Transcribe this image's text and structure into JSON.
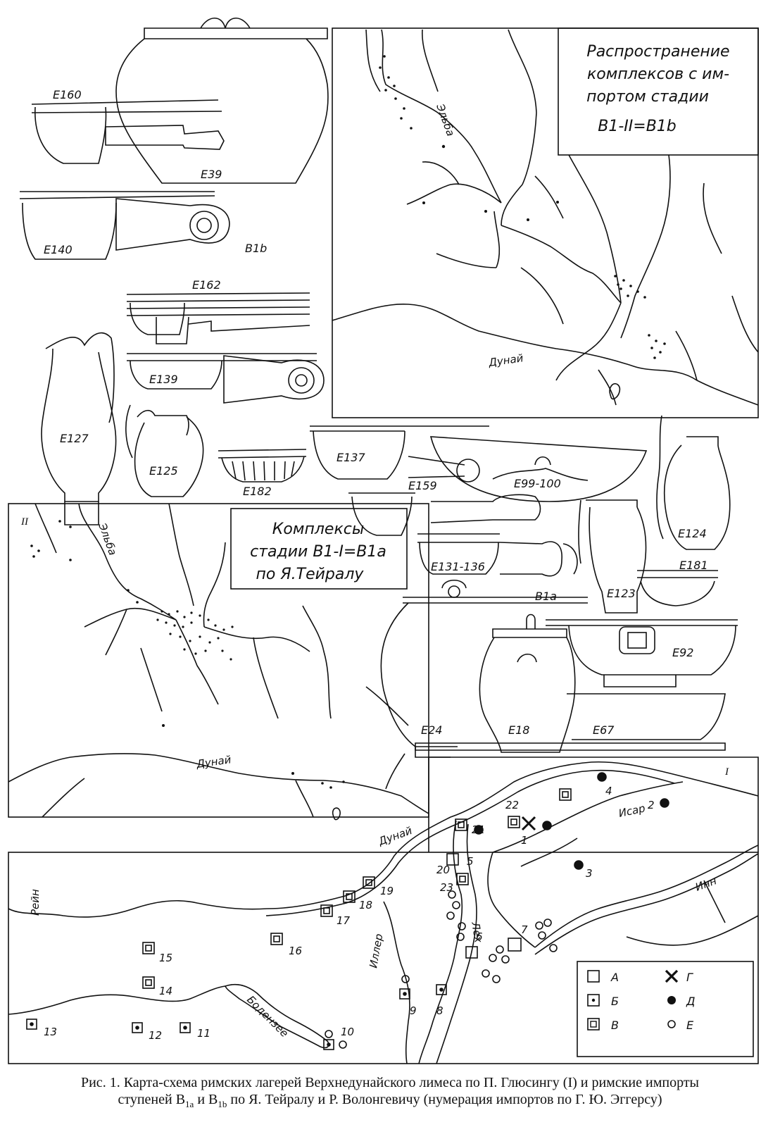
{
  "map1": {
    "title_lines": [
      "Распространение",
      "комплексов с им-",
      "портом стадии",
      "B1-II=B1b"
    ],
    "rivers": {
      "elbe": "Эльба",
      "danube": "Дунай"
    }
  },
  "map2": {
    "numeral": "II",
    "title_lines": [
      "Комплексы",
      "стадии B1-I=B1a",
      "по Я.Тейралу"
    ],
    "rivers": {
      "elbe": "Эльба",
      "danube": "Дунай"
    }
  },
  "map3": {
    "numeral": "I",
    "rivers": {
      "rhine": "Рейн",
      "danube": "Дунай",
      "isar": "Исар",
      "inn": "Инн",
      "lech": "Лех",
      "iller": "Иллер",
      "bodensee": "Бодензее"
    },
    "sites": [
      "1",
      "2",
      "3",
      "4",
      "5",
      "6",
      "7",
      "8",
      "9",
      "10",
      "11",
      "12",
      "13",
      "14",
      "15",
      "16",
      "17",
      "18",
      "19",
      "20",
      "21",
      "22",
      "23"
    ]
  },
  "legend": {
    "A": "А",
    "B": "Б",
    "V": "В",
    "G": "Г",
    "D": "Д",
    "E": "Е"
  },
  "vessels": {
    "E160": "E160",
    "E39": "E39",
    "E140": "E140",
    "B1b": "B1b",
    "E162": "E162",
    "E139": "E139",
    "E127": "E127",
    "E125": "E125",
    "E182": "E182",
    "E137": "E137",
    "E99_100": "E99-100",
    "E124": "E124",
    "E159": "E159",
    "E131_136": "E131-136",
    "E181": "E181",
    "B1a": "B1a",
    "E123": "E123",
    "E92": "E92",
    "E24": "E24",
    "E18": "E18",
    "E67": "E67"
  },
  "caption": {
    "line1": "Рис. 1. Карта-схема римских лагерей Верхнедунайского лимеса по П. Глюсингу (I) и римские импорты",
    "line2_pre": "ступеней B",
    "sub_1a": "1a",
    "line2_mid": " и B",
    "sub_1b": "1b",
    "line2_post": " по Я. Тейралу и Р. Волонгевичу (нумерация импортов по Г. Ю. Эггерсу)"
  }
}
